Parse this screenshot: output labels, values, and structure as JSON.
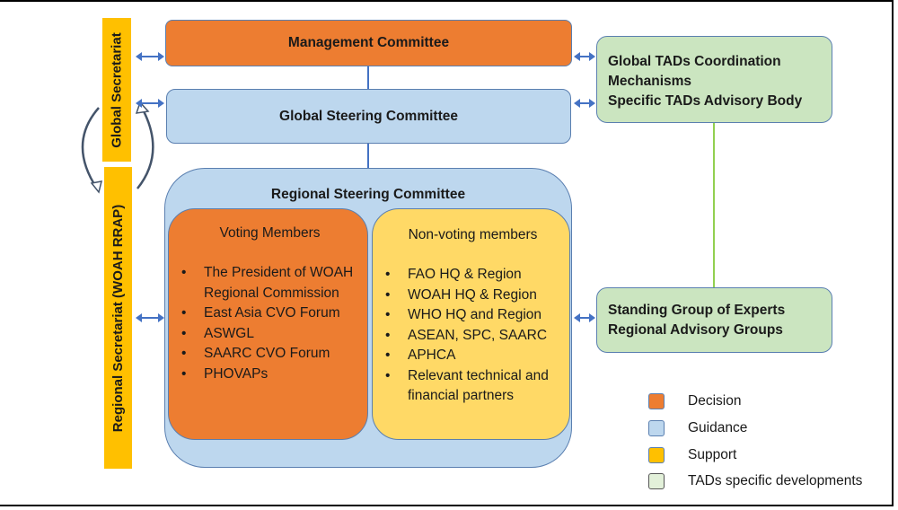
{
  "secretariats": {
    "global": "Global Secretariat",
    "regional": "Regional Secretariat (WOAH RRAP)"
  },
  "committees": {
    "management": "Management Committee",
    "global_steering": "Global Steering Committee",
    "regional_steering": "Regional Steering Committee"
  },
  "voting": {
    "title": "Voting Members",
    "items": [
      "The President of WOAH Regional Commission",
      "East Asia CVO Forum",
      "ASWGL",
      "SAARC CVO Forum",
      "PHOVAPs"
    ]
  },
  "non_voting": {
    "title": "Non-voting members",
    "items": [
      "FAO HQ & Region",
      "WOAH HQ & Region",
      "WHO HQ and Region",
      "ASEAN, SPC, SAARC",
      "APHCA",
      "Relevant technical and financial partners"
    ]
  },
  "tads_global": {
    "line1": "Global TADs Coordination Mechanisms",
    "line2": "Specific TADs Advisory Body"
  },
  "tads_regional": {
    "line1": "Standing Group of Experts",
    "line2": "Regional Advisory Groups"
  },
  "legend": [
    {
      "label": "Decision",
      "color": "#ED7D31"
    },
    {
      "label": "Guidance",
      "color": "#BDD7EE"
    },
    {
      "label": "Support",
      "color": "#FFC000"
    },
    {
      "label": "TADs specific developments",
      "color": "#E2F0D9"
    }
  ]
}
